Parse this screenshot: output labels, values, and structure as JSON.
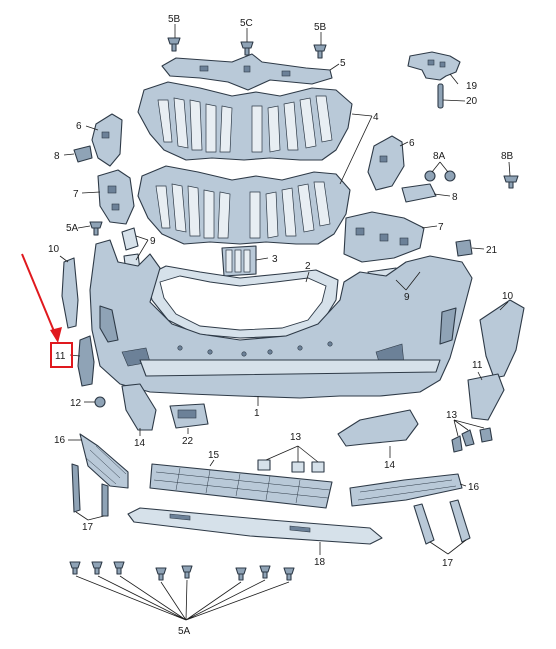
{
  "labels": {
    "l5b_1": "5B",
    "l5c": "5C",
    "l5b_2": "5B",
    "l5": "5",
    "l19": "19",
    "l20": "20",
    "l4": "4",
    "l6_left": "6",
    "l8_left": "8",
    "l6_right": "6",
    "l8a": "8A",
    "l8b": "8B",
    "l8_right": "8",
    "l7_left": "7",
    "l5a_mid": "5A",
    "l9_left": "9",
    "l7_right": "7",
    "l21": "21",
    "l10_left": "10",
    "l3": "3",
    "l2": "2",
    "l9_right": "9",
    "l10_right": "10",
    "l11_left": "11",
    "l11_right": "11",
    "l1": "1",
    "l12": "12",
    "l14_left": "14",
    "l22": "22",
    "l13_mid": "13",
    "l13_right": "13",
    "l14_right": "14",
    "l16_left": "16",
    "l15": "15",
    "l16_right": "16",
    "l17_left": "17",
    "l17_right": "17",
    "l18": "18",
    "l5a_bottom": "5A"
  },
  "colors": {
    "highlight": "#e0191e",
    "part_fill": "#b9c9d8",
    "outline": "#2e3a47"
  }
}
